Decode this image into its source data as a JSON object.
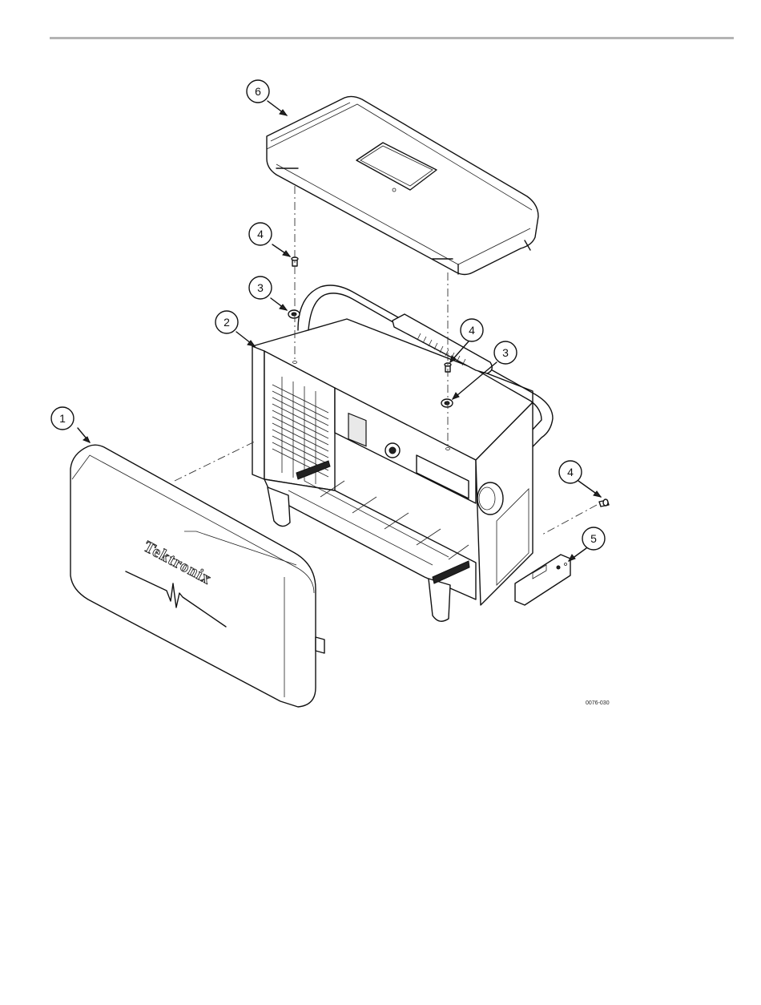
{
  "callouts": [
    {
      "id": "callout-1",
      "label": "1"
    },
    {
      "id": "callout-2",
      "label": "2"
    },
    {
      "id": "callout-3a",
      "label": "3"
    },
    {
      "id": "callout-3b",
      "label": "3"
    },
    {
      "id": "callout-4a",
      "label": "4"
    },
    {
      "id": "callout-4b",
      "label": "4"
    },
    {
      "id": "callout-4c",
      "label": "4"
    },
    {
      "id": "callout-5",
      "label": "5"
    },
    {
      "id": "callout-6",
      "label": "6"
    }
  ],
  "front_cover": {
    "brand": "Tektronix"
  },
  "figure": {
    "ref_number": "0076-030"
  }
}
